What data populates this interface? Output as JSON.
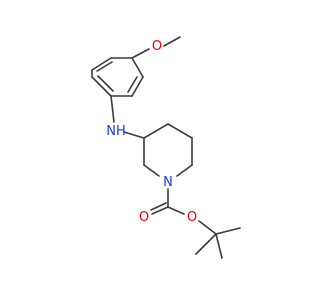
{
  "atoms": {
    "methoxy_oxygen": "O",
    "amine": "NH",
    "ring_nitrogen": "N",
    "carbonyl_oxygen": "O",
    "ester_oxygen": "O"
  },
  "colors": {
    "bond": "#3a3a3a",
    "oxygen": "#e8000b",
    "nitrogen": "#1f3bd6"
  }
}
